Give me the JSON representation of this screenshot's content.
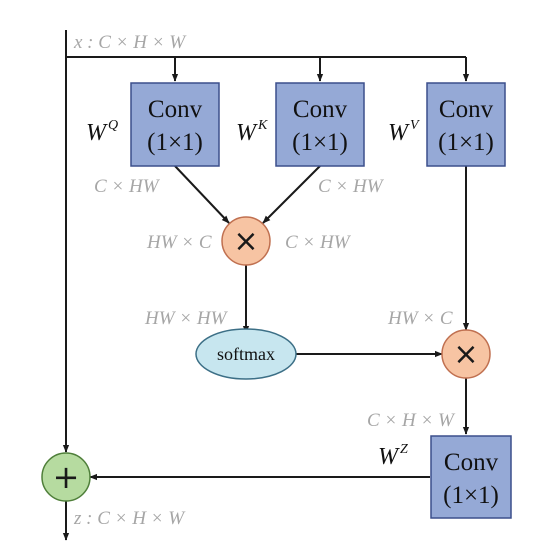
{
  "input_label": "x : C × H × W",
  "output_label": "z : C × H × W",
  "conv_boxes": [
    {
      "id": "q",
      "weight": "W",
      "sup": "Q",
      "line1": "Conv",
      "line2": "(1×1)"
    },
    {
      "id": "k",
      "weight": "W",
      "sup": "K",
      "line1": "Conv",
      "line2": "(1×1)"
    },
    {
      "id": "v",
      "weight": "W",
      "sup": "V",
      "line1": "Conv",
      "line2": "(1×1)"
    },
    {
      "id": "z",
      "weight": "W",
      "sup": "Z",
      "line1": "Conv",
      "line2": "(1×1)"
    }
  ],
  "shape_labels": {
    "q_out": "C × HW",
    "k_out": "C × HW",
    "mult1_left": "HW × C",
    "mult1_right": "C × HW",
    "mult1_out": "HW × HW",
    "v_out": "HW × C",
    "mult2_out": "C × H × W"
  },
  "softmax_label": "softmax",
  "multiply_symbol": "×",
  "add_symbol": "+",
  "colors": {
    "conv_fill": "#95a9d6",
    "conv_stroke": "#3b4f8c",
    "mult_fill": "#f7c4a3",
    "mult_stroke": "#c07050",
    "softmax_fill": "#c7e6ef",
    "softmax_stroke": "#3c6f86",
    "add_fill": "#b6dba0",
    "add_stroke": "#4f7f3a",
    "label_gray": "#a6a6a6"
  }
}
